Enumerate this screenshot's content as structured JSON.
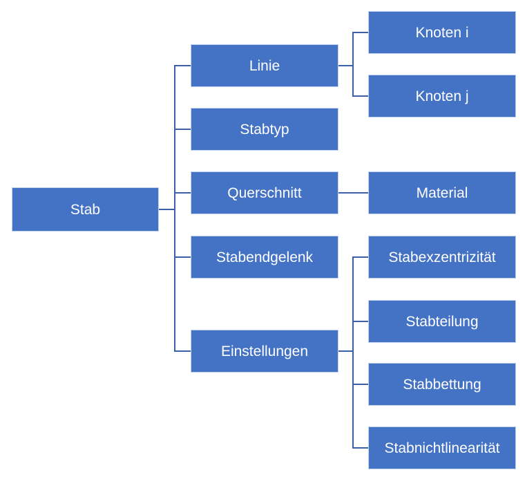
{
  "diagram": {
    "type": "hierarchy-tree",
    "orientation": "left-to-right",
    "colors": {
      "background": "#ffffff",
      "box_fill": "#4472C4",
      "box_border": "#c4d3ee",
      "connector": "#3a5fa8",
      "text": "#ffffff"
    },
    "root": {
      "label": "Stab"
    },
    "children": [
      {
        "label": "Linie",
        "children": [
          {
            "label": "Knoten i"
          },
          {
            "label": "Knoten j"
          }
        ]
      },
      {
        "label": "Stabtyp",
        "children": []
      },
      {
        "label": "Querschnitt",
        "children": [
          {
            "label": "Material"
          }
        ]
      },
      {
        "label": "Stabendgelenk",
        "children": []
      },
      {
        "label": "Einstellungen",
        "children": [
          {
            "label": "Stabexzentrizität"
          },
          {
            "label": "Stabteilung"
          },
          {
            "label": "Stabbettung"
          },
          {
            "label": "Stabnichtlinearität"
          }
        ]
      }
    ]
  }
}
